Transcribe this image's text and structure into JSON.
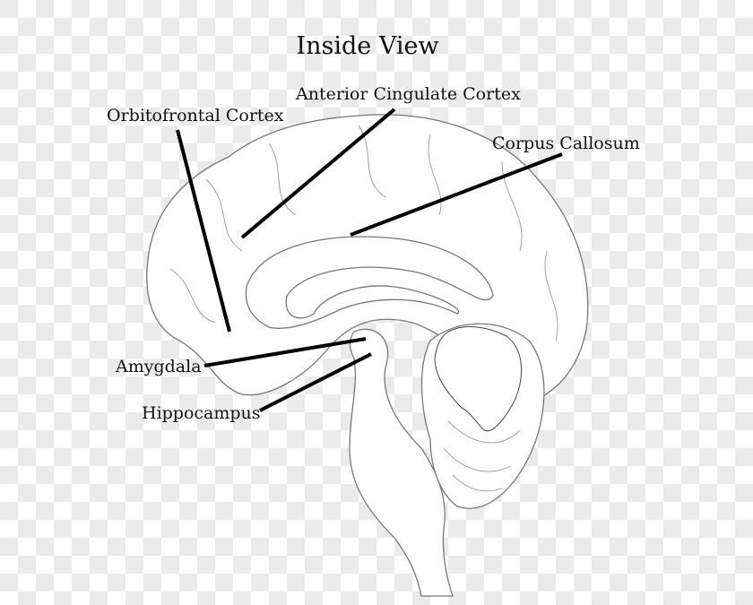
{
  "title": "Inside View",
  "labels": {
    "orbitofrontal": "Orbitofrontal Cortex",
    "anterior_cingulate": "Anterior Cingulate Cortex",
    "corpus_callosum": "Corpus Callosum",
    "amygdala": "Amygdala",
    "hippocampus": "Hippocampus"
  }
}
